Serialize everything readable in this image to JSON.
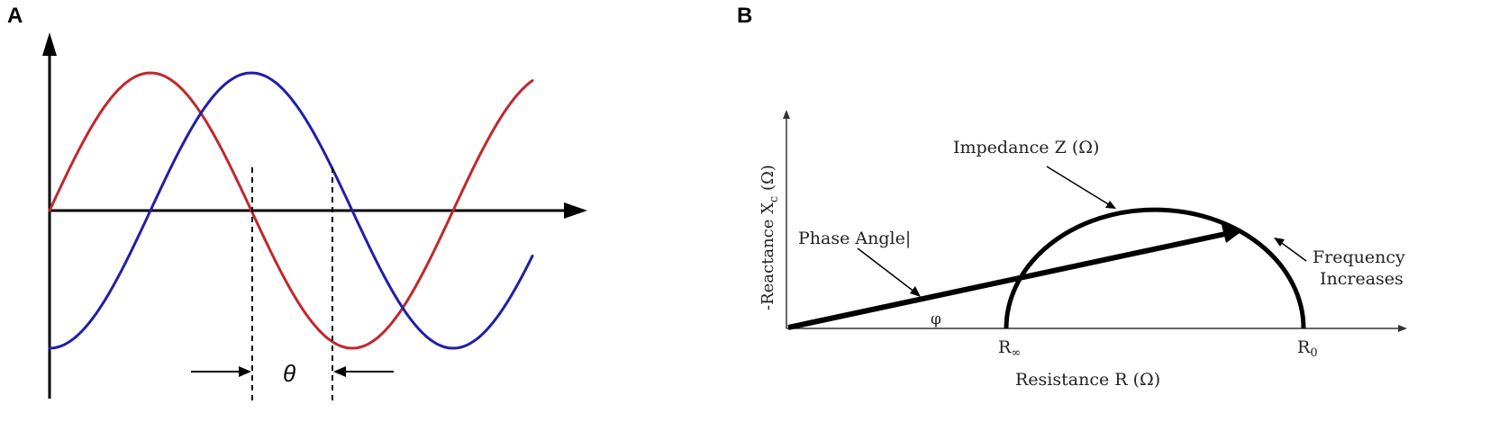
{
  "panels": {
    "a": {
      "label": "A",
      "theta_symbol": "θ",
      "colors": {
        "red_wave": "#c0282d",
        "blue_wave": "#1f1fa8",
        "axes": "#000000"
      }
    },
    "b": {
      "label": "B",
      "y_axis_label": "-Reactance X",
      "y_axis_subscript": "c",
      "y_axis_unit": " (Ω)",
      "x_axis_label": "Resistance R (Ω)",
      "impedance_label": "Impedance Z (Ω)",
      "phase_angle_label": "Phase Angle|",
      "frequency_line1": "Frequency",
      "frequency_line2": "Increases",
      "phi_symbol": "φ",
      "r_inf_label": "R",
      "r_inf_subscript": "∞",
      "r0_label": "R",
      "r0_subscript": "0"
    }
  }
}
